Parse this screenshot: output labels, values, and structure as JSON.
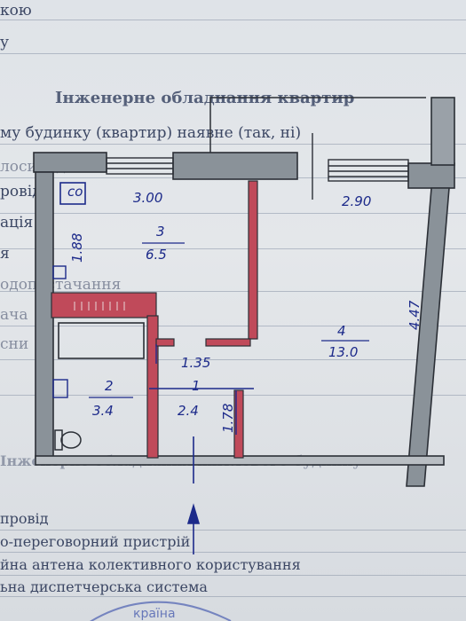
{
  "document": {
    "top_fragments": [
      "кою",
      "у"
    ],
    "section1_title": "Інженерне обладнання квартир",
    "section1_line": "му будинку (квартир) наявне (так, ні)",
    "left_fragments": [
      "лосипедом",
      "ровід",
      "ація",
      "я",
      "одопостачання",
      "ача",
      "сни"
    ],
    "section2_title": "Інженерне обладнання житлового будинку",
    "bottom_lines": [
      "провід",
      "о-переговорний  пристрій",
      "йна антена колективного користування",
      "ьна диспетчерська система"
    ],
    "stamp_text": "країна"
  },
  "plan": {
    "rooms": [
      {
        "number": "3",
        "area": "6.5"
      },
      {
        "number": "4",
        "area": "13.0"
      },
      {
        "number": "2",
        "area": "3.4"
      },
      {
        "number": "1",
        "area": "2.4"
      }
    ],
    "dimensions": {
      "top_left": "3.00",
      "top_right": "2.90",
      "left_upper": "1.88",
      "right_side": "4.47",
      "corridor_width": "1.35",
      "corridor_height": "1.78"
    },
    "fixture_label": "co"
  },
  "colors": {
    "wall": "#8a9299",
    "partition": "#c04a5a",
    "ink": "#1c2a8a"
  }
}
